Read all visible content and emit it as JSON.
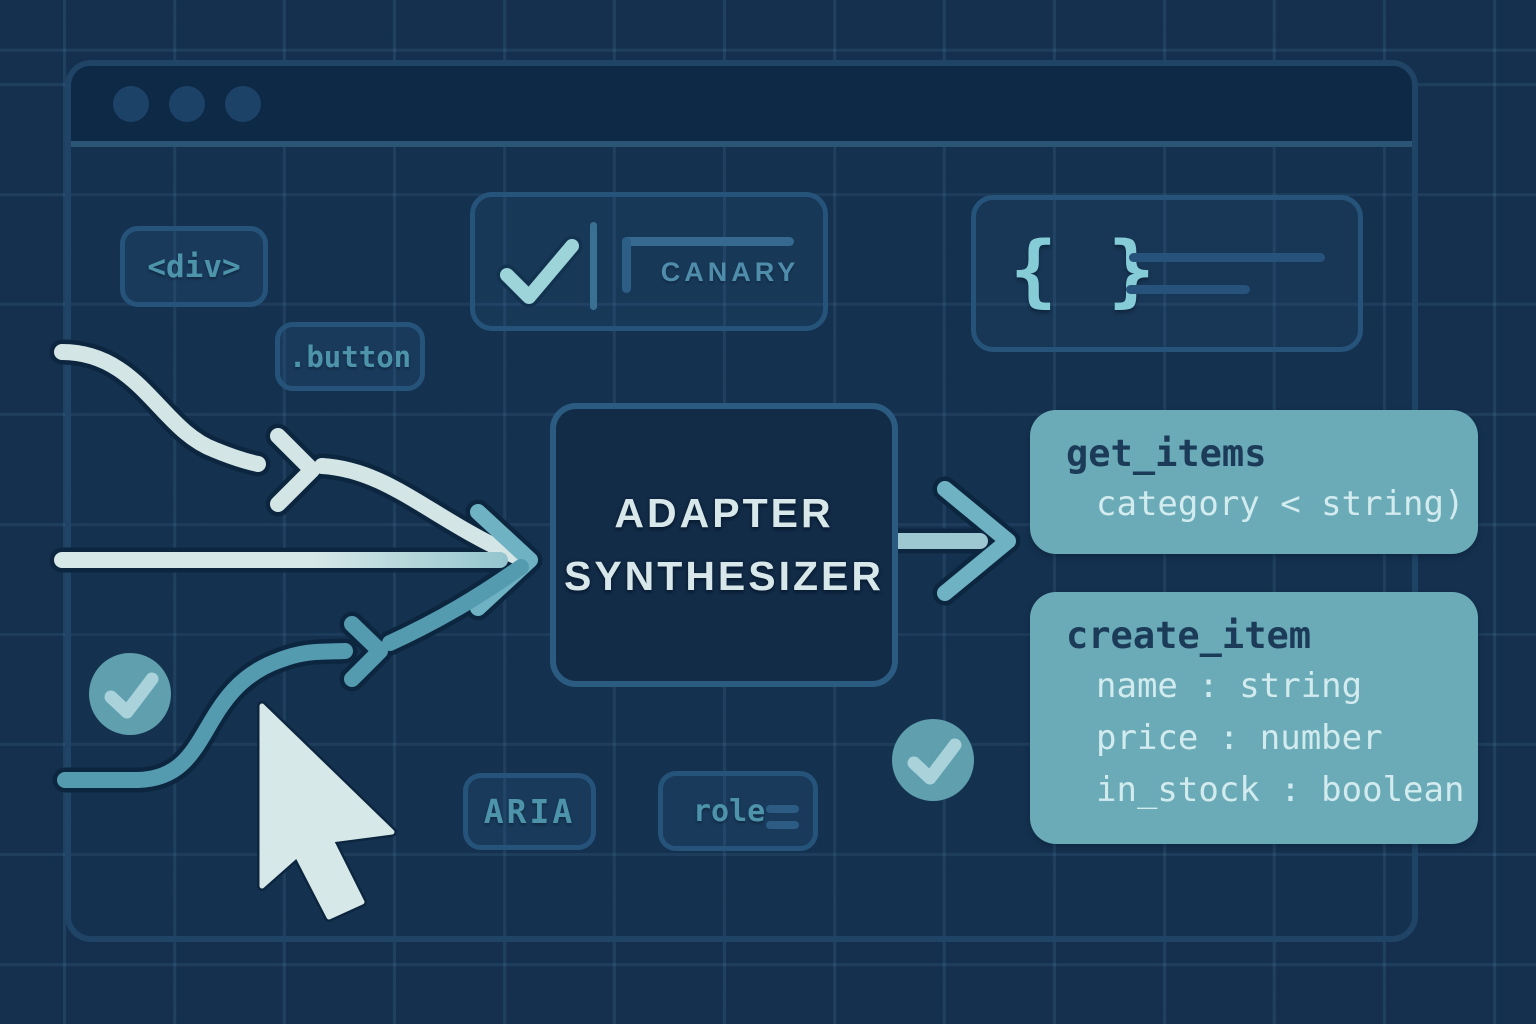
{
  "colors": {
    "background": "#14304e",
    "grid_line": "#2a4f71",
    "window_border": "#1f4466",
    "titlebar": "#0d2946",
    "chip_border": "#26537a",
    "chip_text": "#4d94ab",
    "accent_teal": "#74b6c8",
    "accent_mint": "#d3e6e5",
    "braces_teal": "#85ccd6",
    "adapter_fill": "#122b47",
    "adapter_text": "#d8e8ea",
    "block_fill": "#6babb7",
    "block_title_text": "#1b3b58",
    "block_param_text": "#d2ebef",
    "check_circle_fill": "#5f9fae",
    "check_mark": "#a9d2da"
  },
  "window": {
    "controls": [
      "dot",
      "dot",
      "dot"
    ]
  },
  "chips": {
    "div": {
      "label": "<div>"
    },
    "button": {
      "label": ".button"
    },
    "aria": {
      "label": "ARIA"
    },
    "role": {
      "label": "role"
    }
  },
  "canary": {
    "label": "CANARY"
  },
  "schema_card": {
    "braces": "{ }"
  },
  "adapter": {
    "title_line1": "ADAPTER",
    "title_line2": "SYNTHESIZER"
  },
  "endpoints": [
    {
      "name": "get_items",
      "params": [
        "category < string)"
      ]
    },
    {
      "name": "create_item",
      "params": [
        "name : string",
        "price : number",
        "in_stock : boolean"
      ]
    }
  ]
}
